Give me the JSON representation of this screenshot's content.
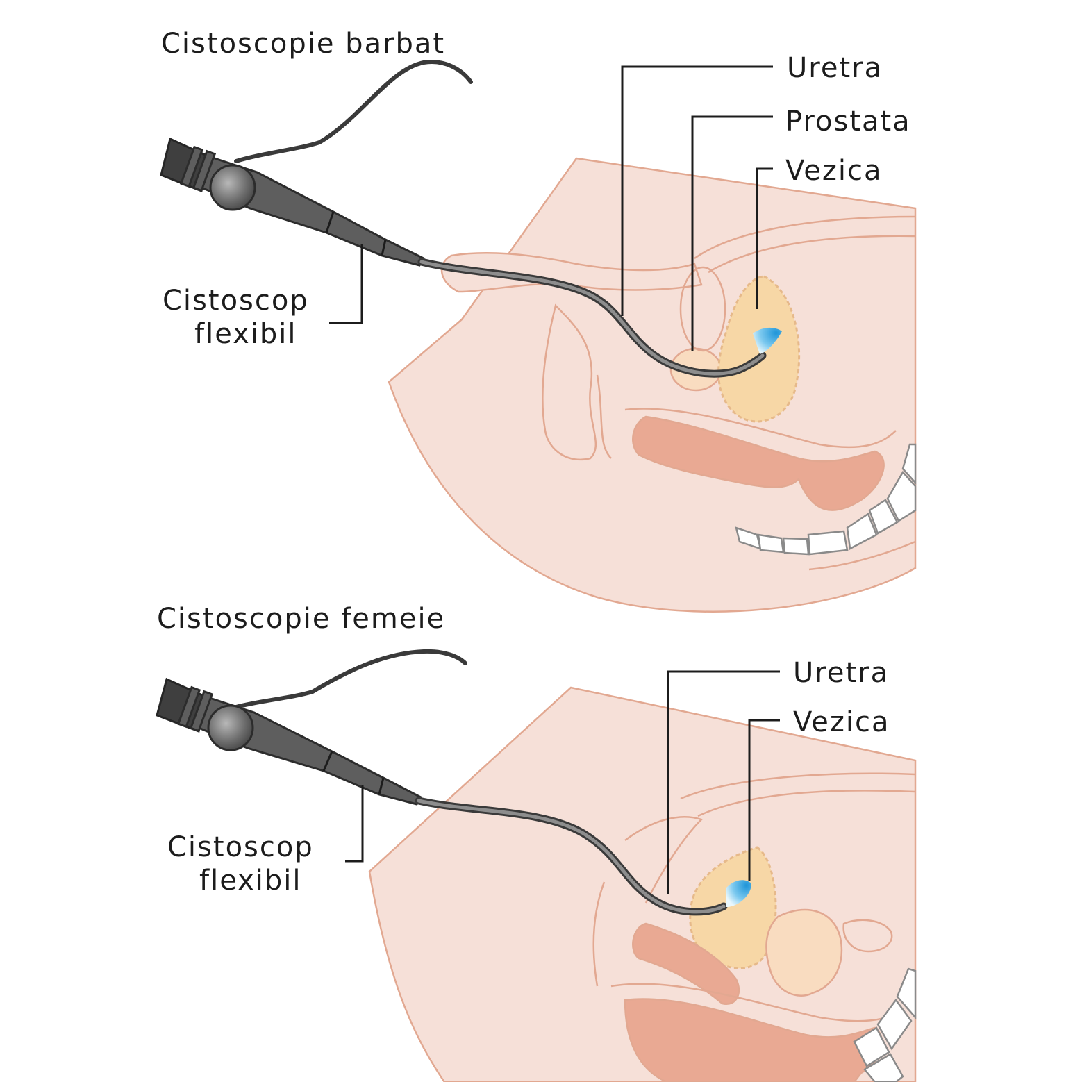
{
  "male": {
    "title": "Cistoscopie barbat",
    "labels": {
      "uretra": "Uretra",
      "prostata": "Prostata",
      "vezica": "Vezica",
      "cistoscop_line1": "Cistoscop",
      "cistoscop_line2": "flexibil"
    }
  },
  "female": {
    "title": "Cistoscopie femeie",
    "labels": {
      "uretra": "Uretra",
      "vezica": "Vezica",
      "cistoscop_line1": "Cistoscop",
      "cistoscop_line2": "flexibil"
    }
  },
  "colors": {
    "skin": "#f6e0d8",
    "skin_outline": "#e2a891",
    "bladder": "#f7d7a6",
    "muscle": "#e9a993",
    "scope": "#5e5e5e",
    "light": "#3aa9e0"
  }
}
